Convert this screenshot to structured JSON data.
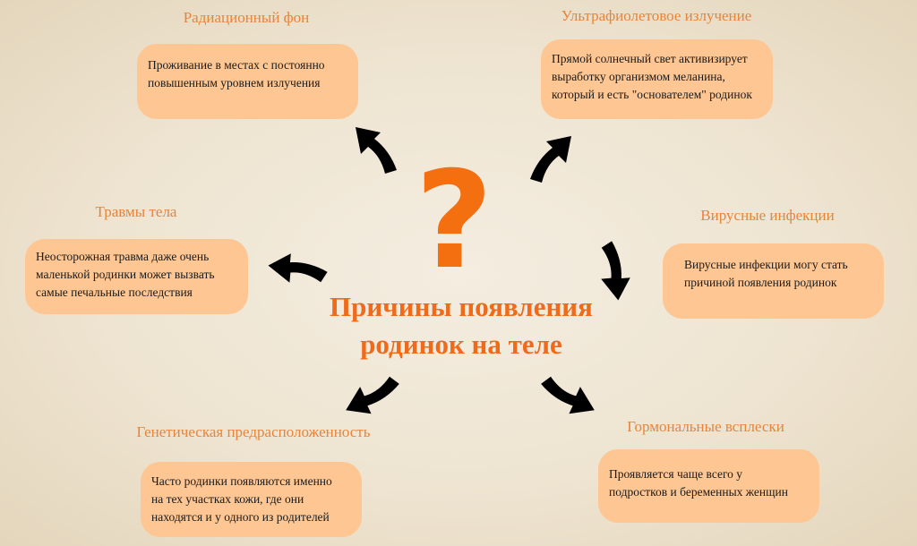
{
  "center": {
    "symbol": "?",
    "title_lines": [
      "Причины появления",
      "родинок на теле"
    ]
  },
  "causes": [
    {
      "title": "Радиационный фон",
      "lines": [
        "Проживание в местах с постоянно",
        "повышенным уровнем излучения"
      ]
    },
    {
      "title": "Ультрафиолетовое излучение",
      "lines": [
        "Прямой солнечный свет активизирует",
        "выработку организмом меланина,",
        "который и есть \"основателем\" родинок"
      ]
    },
    {
      "title": "Травмы тела",
      "lines": [
        "Неосторожная травма даже очень",
        "маленькой родинки может вызвать",
        "самые печальные последствия"
      ]
    },
    {
      "title": "Вирусные инфекции",
      "lines": [
        "Вирусные инфекции могу стать",
        "причиной появления родинок"
      ]
    },
    {
      "title": "Генетическая предрасположенность",
      "lines": [
        "Часто родинки появляются именно",
        "на тех участках кожи, где они",
        "находятся и у одного из родителей"
      ]
    },
    {
      "title": "Гормональные всплески",
      "lines": [
        "Проявляется чаще всего у",
        "подростков и беременных женщин"
      ]
    }
  ],
  "colors": {
    "accent": "#f06a1a",
    "title": "#e8843a",
    "box": "#fdc692",
    "arrow": "#000000"
  }
}
